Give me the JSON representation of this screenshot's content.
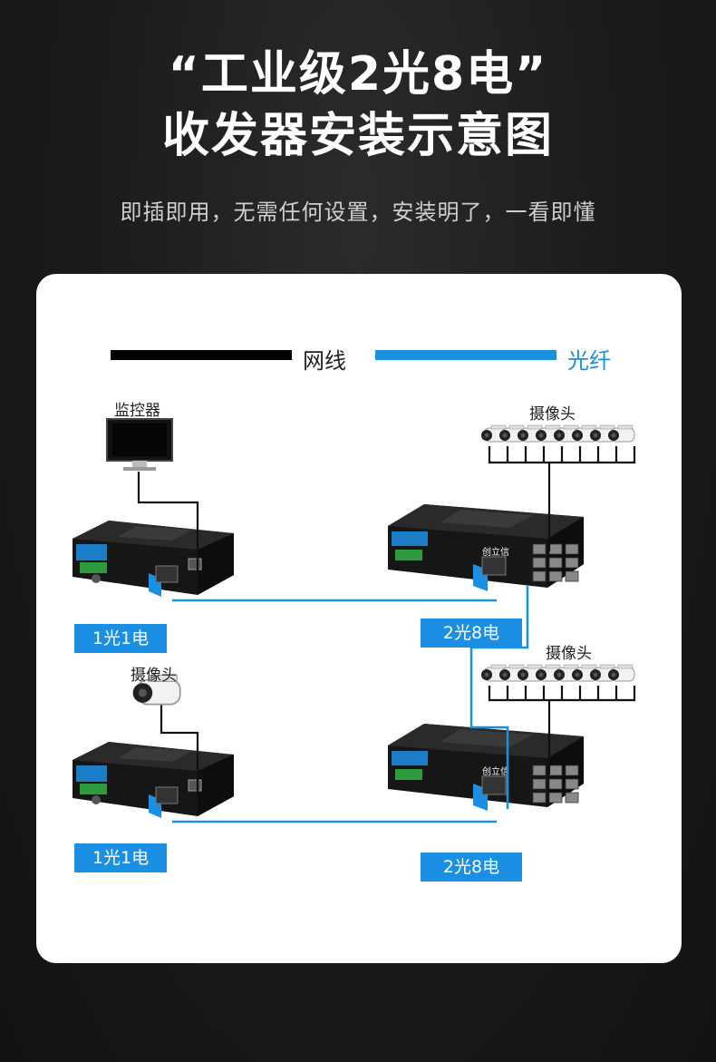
{
  "header": {
    "title_line1": "“工业级2光8电”",
    "title_line2": "收发器安装示意图",
    "subtitle": "即插即用，无需任何设置，安装明了，一看即懂"
  },
  "legend": {
    "wire_label": "网线",
    "fiber_label": "光纤",
    "wire_color": "#000000",
    "fiber_color": "#1a8fe0"
  },
  "diagram": {
    "monitor_label": "监控器",
    "camera_label_top": "摄像头",
    "camera_label_middle": "摄像头",
    "camera_label_left": "摄像头",
    "device_top_left": "1光1电",
    "device_top_right": "2光8电",
    "device_bottom_left": "1光1电",
    "device_bottom_right": "2光8电",
    "brand_mark": "创立信"
  },
  "colors": {
    "accent_blue": "#1b8fe4",
    "background": "#1a1a1a",
    "panel": "#ffffff"
  },
  "icons": [
    "monitor-icon",
    "camera-icon",
    "switch-device-icon"
  ]
}
